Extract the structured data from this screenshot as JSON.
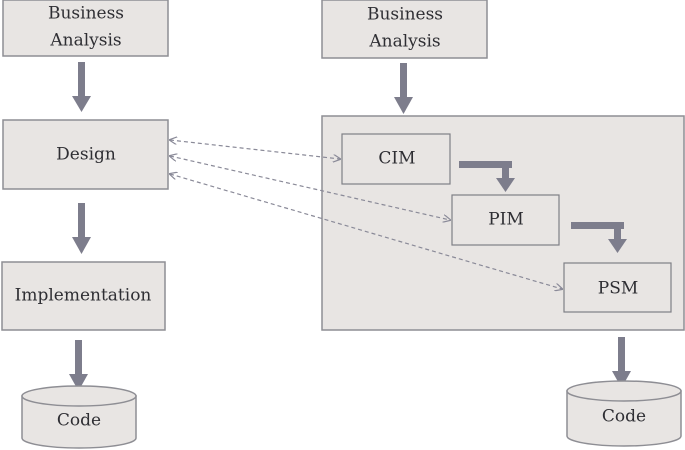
{
  "left": {
    "business_analysis": [
      "Business",
      "Analysis"
    ],
    "design": "Design",
    "implementation": "Implementation",
    "code": "Code"
  },
  "right": {
    "business_analysis": [
      "Business",
      "Analysis"
    ],
    "cim": "CIM",
    "pim": "PIM",
    "psm": "PSM",
    "code": "Code"
  }
}
